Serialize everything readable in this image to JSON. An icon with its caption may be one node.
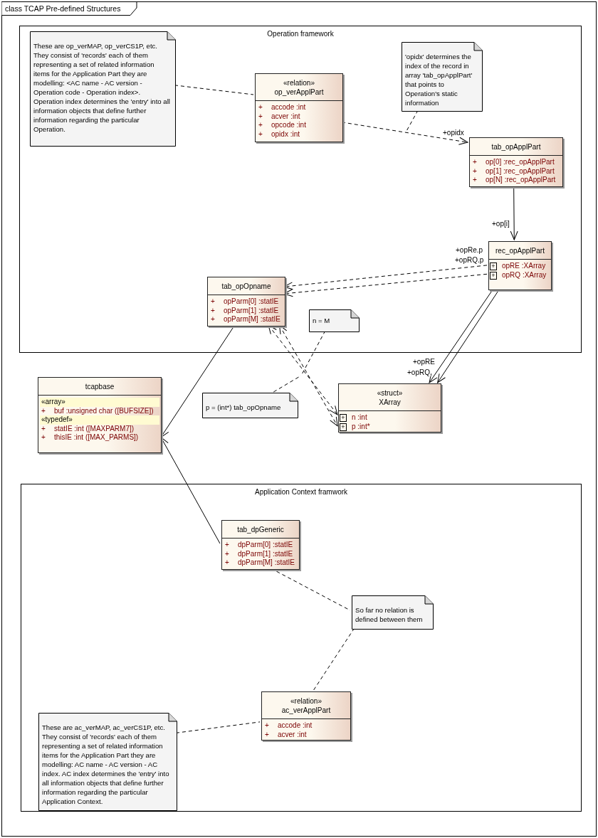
{
  "diagram": {
    "nodes": [
      {
        "text": [
          "class TCAP Pre-defined Structures"
        ]
      },
      {
        "text": [
          "Operation framework"
        ],
        "in": 0
      },
      {
        "text": [
          "These are op_verMAP, op_verCS1P, etc. They consist of 'records' each of them representing a set of related information items for the Application Part they are modelling: <AC name - AC version - Operation code - Operation index>. Operation index determines the 'entry' into all information objects that define further information regarding the particular Operation."
        ],
        "in": 1
      },
      {
        "text": [
          "«relation»",
          "op_verApplPart",
          "+ accode :int",
          "+ acver :int",
          "+ opcode :int",
          "+ opidx :int"
        ],
        "in": 1
      },
      {
        "text": [
          "'opidx' determines the index of the record in array 'tab_opApplPart' that points to Operation's static information"
        ],
        "in": 1
      },
      {
        "text": [
          "tab_opApplPart",
          "+ op[0] :rec_opApplPart",
          "+ op[1] :rec_opApplPart",
          "+ op[N] :rec_opApplPart"
        ],
        "in": 1
      },
      {
        "text": [
          "rec_opApplPart",
          "+ opRE :XArray",
          "+ opRQ :XArray"
        ],
        "in": 1
      },
      {
        "text": [
          "tab_opOpname",
          "+ opParm[0] :statIE",
          "+ opParm[1] :statIE",
          "+ opParm[M] :statIE"
        ],
        "in": 1
      },
      {
        "text": [
          "n = M"
        ],
        "in": 1
      },
      {
        "text": [
          "«struct»",
          "XArray",
          "+ n :int",
          "+ p :int*"
        ],
        "in": 0
      },
      {
        "text": [
          "p = (int*) tab_opOpname"
        ],
        "in": 0
      },
      {
        "text": [
          "tcapbase",
          "«array»",
          "+ buf :unsigned char ([BUFSIZE])",
          "«typedef»",
          "+ statIE :int ([MAXPARM7])",
          "+ thisIE :int ([MAX_PARMS])"
        ],
        "in": 0
      },
      {
        "text": [
          "Application Context framwork"
        ],
        "in": 0
      },
      {
        "text": [
          "tab_dpGeneric",
          "+ dpParm[0] :statIE",
          "+ dpParm[1] :statIE",
          "+ dpParm[M] :statIE"
        ],
        "in": 12
      },
      {
        "text": [
          "So far no relation is defined between them"
        ],
        "in": 12
      },
      {
        "text": [
          "«relation»",
          "ac_verApplPart",
          "+ accode :int",
          "+ acver :int"
        ],
        "in": 12
      },
      {
        "text": [
          "These are ac_verMAP, ac_verCS1P, etc. They consist of 'records' each of them representing a set of related information items for the Application Part they are modelling: AC name - AC version - AC index. AC index determines the 'entry' into all information objects that define further information regarding the particular Application Context."
        ],
        "in": 12
      }
    ],
    "edges": [
      {
        "from": 2,
        "to": 3,
        "arrow": "none",
        "style": "dashed"
      },
      {
        "from": 3,
        "to": 5,
        "arrow": "to",
        "style": "dashed",
        "label": "+opidx"
      },
      {
        "from": 4,
        "to": null,
        "arrow": "none",
        "style": "dashed"
      },
      {
        "from": 5,
        "to": 6,
        "arrow": "to",
        "label": "+op[i]"
      },
      {
        "from": 6,
        "to": 7,
        "arrow": "to",
        "style": "dashed",
        "label": "+opRe.p"
      },
      {
        "from": 6,
        "to": 7,
        "arrow": "to",
        "style": "dashed",
        "label": "+opRQ.p"
      },
      {
        "from": 6,
        "to": 9,
        "arrow": "to",
        "label": "+opRE"
      },
      {
        "from": 6,
        "to": 9,
        "arrow": "to",
        "label": "+opRQ"
      },
      {
        "from": 7,
        "to": 9,
        "arrow": "both",
        "style": "dashed"
      },
      {
        "from": 7,
        "to": 9,
        "arrow": "both",
        "style": "dashed"
      },
      {
        "from": 8,
        "to": null,
        "arrow": "none",
        "style": "dashed"
      },
      {
        "from": 10,
        "to": null,
        "arrow": "none",
        "style": "dashed"
      },
      {
        "from": 7,
        "to": 11,
        "arrow": "to"
      },
      {
        "from": 13,
        "to": 11,
        "arrow": "to"
      },
      {
        "from": 13,
        "to": 14,
        "arrow": "none",
        "style": "dashed"
      },
      {
        "from": 14,
        "to": 15,
        "arrow": "none",
        "style": "dashed"
      },
      {
        "from": 16,
        "to": 15,
        "arrow": "none",
        "style": "dashed"
      }
    ]
  }
}
